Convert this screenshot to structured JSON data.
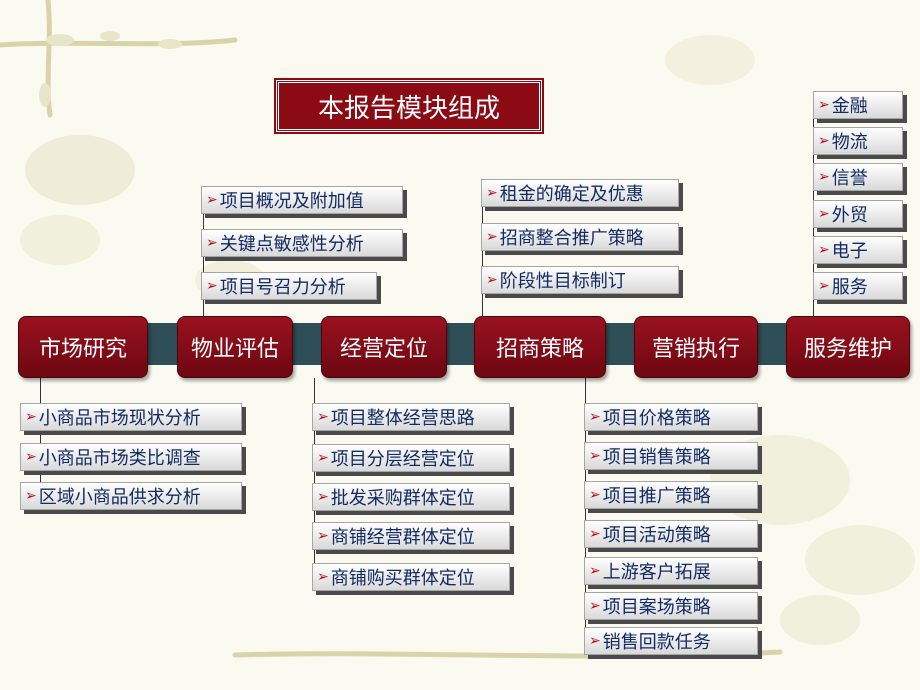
{
  "title": "本报告模块组成",
  "main_nodes": [
    {
      "label": "市场研究",
      "items": [
        "小商品市场现状分析",
        "小商品市场类比调查",
        "区域小商品供求分析"
      ]
    },
    {
      "label": "物业评估",
      "items": [
        "项目概况及附加值",
        "关键点敏感性分析",
        "项目号召力分析"
      ]
    },
    {
      "label": "经营定位",
      "items": [
        "项目整体经营思路",
        "项目分层经营定位",
        "批发采购群体定位",
        "商铺经营群体定位",
        "商铺购买群体定位"
      ]
    },
    {
      "label": "招商策略",
      "items": [
        "租金的确定及优惠",
        "招商整合推广策略",
        "阶段性目标制订"
      ]
    },
    {
      "label": "营销执行",
      "items": [
        "项目价格策略",
        "项目销售策略",
        "项目推广策略",
        "项目活动策略",
        "上游客户拓展",
        "项目案场策略",
        "销售回款任务"
      ]
    },
    {
      "label": "服务维护",
      "items": [
        "金融",
        "物流",
        "信誉",
        "外贸",
        "电子",
        "服务"
      ]
    }
  ],
  "bullet": "➢",
  "colors": {
    "accent": "#8b0a13",
    "bar": "#2e4f57",
    "item_text": "#122b63",
    "bullet": "#b80f1a"
  }
}
